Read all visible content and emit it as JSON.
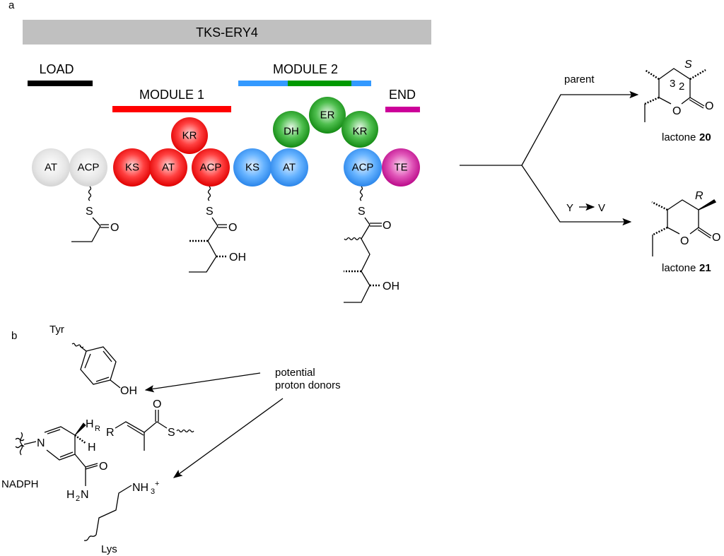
{
  "panel_a": {
    "label": "a",
    "synthase_title": "TKS-ERY4",
    "modules": [
      {
        "name": "LOAD",
        "color": "#000000"
      },
      {
        "name": "MODULE 1",
        "color": "#ff0000"
      },
      {
        "name": "MODULE 2",
        "color": "#3399ff",
        "middle_color": "#009900"
      },
      {
        "name": "END",
        "color": "#cc0099"
      }
    ],
    "domains": {
      "load": [
        "AT",
        "ACP"
      ],
      "module1": [
        "KS",
        "AT",
        "KR",
        "ACP"
      ],
      "module2": [
        "KS",
        "AT",
        "DH",
        "ER",
        "KR",
        "ACP"
      ],
      "end": [
        "TE"
      ]
    },
    "domain_colors": {
      "load": "#dddddd",
      "module1": "#ff1a1a",
      "module2_blue": "#3d99f5",
      "module2_green": "#1f9a1f",
      "end": "#cc1a99"
    },
    "intermediates": {
      "load": {
        "S": "S",
        "O": "O"
      },
      "module1": {
        "S": "S",
        "O": "O",
        "OH": "OH"
      },
      "module2": {
        "S": "S",
        "O": "O",
        "OH": "OH"
      }
    },
    "branches": [
      {
        "label": "parent",
        "product_name": "lactone",
        "product_number": "20",
        "stereo": "S",
        "positions": [
          "3",
          "2"
        ]
      },
      {
        "label_from": "Y",
        "label_to": "V",
        "product_name": "lactone",
        "product_number": "21",
        "stereo": "R"
      }
    ],
    "ring_atom": "O",
    "carbonyl_atom": "O"
  },
  "panel_b": {
    "label": "b",
    "tyr_label": "Tyr",
    "tyr_oh": "OH",
    "nadph_label": "NADPH",
    "nadph_atoms": {
      "N": "N",
      "HR": "H",
      "HR_sub": "R",
      "H": "H",
      "O": "O",
      "H2N_H": "H",
      "H2N_sub": "2",
      "H2N_N": "N"
    },
    "substrate_atoms": {
      "R": "R",
      "O": "O",
      "S": "S"
    },
    "lys_label": "Lys",
    "lys_nh3": {
      "N": "NH",
      "sub": "3",
      "sup": "+"
    },
    "annotation_line1": "potential",
    "annotation_line2": "proton donors"
  }
}
